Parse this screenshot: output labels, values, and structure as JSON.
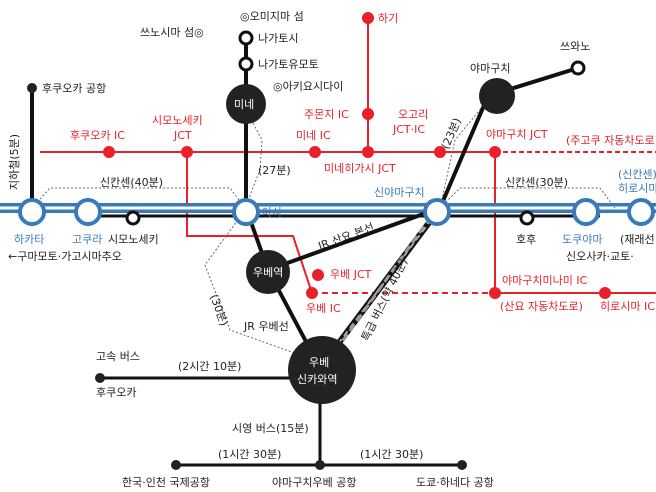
{
  "colors": {
    "road": "#e8202a",
    "shinkansen": "#3a7ab8",
    "rail": "#111111",
    "bus": "#999999"
  },
  "labels": {
    "tsunoshima": "쓰노시마 섬◎",
    "omijima": "◎오미지마 섬",
    "nagatoshi": "나가토시",
    "nagatoyumoto": "나가토유모토",
    "akiyoshidai": "◎아키요시다이",
    "mine": "미네",
    "hagi": "하기",
    "shuho_ic": "주몬지 IC",
    "ogori": "오고리",
    "ogori_jct": "JCT·IC",
    "fukuoka_airport": "후쿠오카 공항",
    "subway": "지하철(5분)",
    "shimonoseki_jct_1": "시모노세키",
    "shimonoseki_jct_2": "JCT",
    "fukuoka_ic": "후쿠오카 IC",
    "mine_ic": "미네 IC",
    "minehigashi_jct": "미네히가시 JCT",
    "yamaguchi": "야마구치",
    "yamaguchi_jct": "야마구치 JCT",
    "chugoku_expwy": "(주고쿠 자동차도로)",
    "sanyo_expwy": "(산요 자동차도로)",
    "shinkansen40": "신칸센(40분)",
    "shinkansen30": "신칸센(30분)",
    "shinkansen_r": "(신칸센)",
    "min27": "(27분)",
    "min23": "(23분)",
    "shin_yamaguchi": "신야마구치",
    "hiroshima_top": "히로시마",
    "hakata": "하카타",
    "kokura": "고쿠라",
    "shimonoseki": "시모노세키",
    "asa": "아사",
    "hofu": "호후",
    "tokuyama": "도쿠야마",
    "zairai": "(재래선",
    "kumamoto": "←구마모토·가고시마추오",
    "shinosaka": "신오사카·교토·",
    "ube_station": "우베역",
    "jr_sanyo": "JR 산요 본선",
    "ube_jct": "우베 JCT",
    "ube_ic": "우베 IC",
    "yamaguchiminami_ic": "야마구치미나미 IC",
    "hiroshima_ic": "히로시마 IC",
    "limited_bus": "특급 버스(약 40분)",
    "min30": "(30분)",
    "jr_ube": "JR 우베선",
    "express_bus": "고속 버스",
    "two_hours": "(2시간 10분)",
    "fukuoka_city": "후쿠오카",
    "ube_shinkawa_1": "우베",
    "ube_shinkawa_2": "신카와역",
    "city_bus": "시영 버스(15분)",
    "hour30_left": "(1시간 30분)",
    "hour30_right": "(1시간 30분)",
    "korea_airport": "한국·인천 국제공항",
    "yamaguchi_ube_airport": "야마구치우베 공항",
    "tokyo_airport": "도쿄·하네다 공항",
    "hagi_top": "하기",
    "hiroshima_right": "히로시마",
    "yamaguchi_top": "야마구치",
    "sinwano": "쓰와노"
  }
}
